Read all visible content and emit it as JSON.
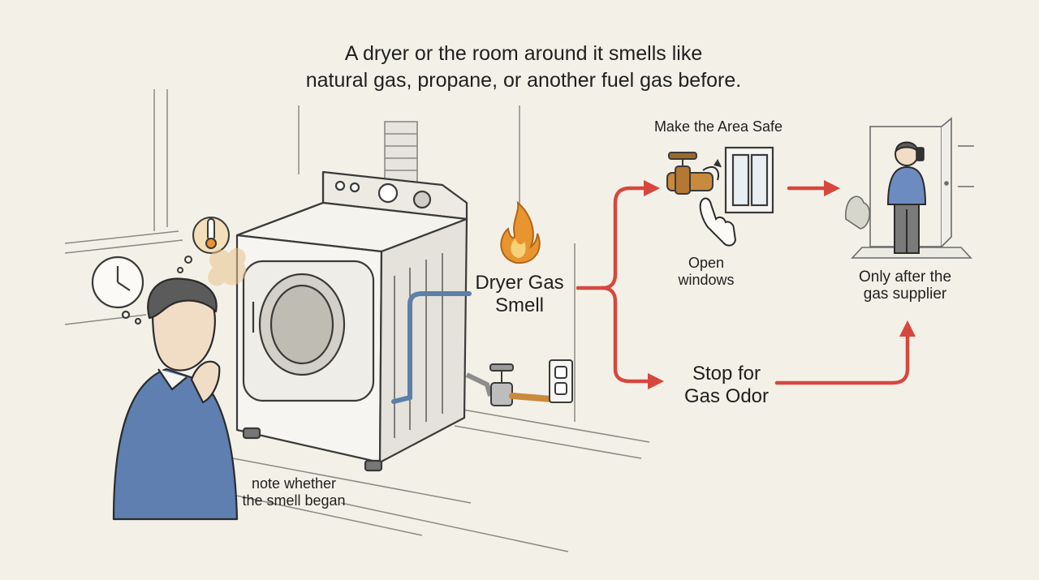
{
  "title": {
    "line1": "A dryer or the room around it smells like",
    "line2": "natural gas, propane, or another fuel gas before."
  },
  "center": {
    "line1": "Dryer Gas",
    "line2": "Smell"
  },
  "branch_top": {
    "heading": "Make the Area Safe",
    "caption_line1": "Open",
    "caption_line2": "windows"
  },
  "branch_bottom": {
    "line1": "Stop for",
    "line2": "Gas Odor"
  },
  "final": {
    "line1": "Only after the",
    "line2": "gas supplier"
  },
  "note": {
    "line1": "note whether",
    "line2": "the smell began"
  },
  "icons": [
    "flame-icon",
    "thermometer-icon",
    "clock-icon",
    "gas-valve-icon",
    "window-icon",
    "hand-pointer-icon",
    "phone-icon",
    "outlet-icon",
    "door-icon"
  ],
  "colors": {
    "arrow": "#d7473e",
    "flame": "#e9952f",
    "pipe_blue": "#5d7fa8",
    "brass": "#c98a3d",
    "jacket": "#5e7fb0",
    "ink": "#2b2b2b",
    "background": "#f3f1e7"
  }
}
